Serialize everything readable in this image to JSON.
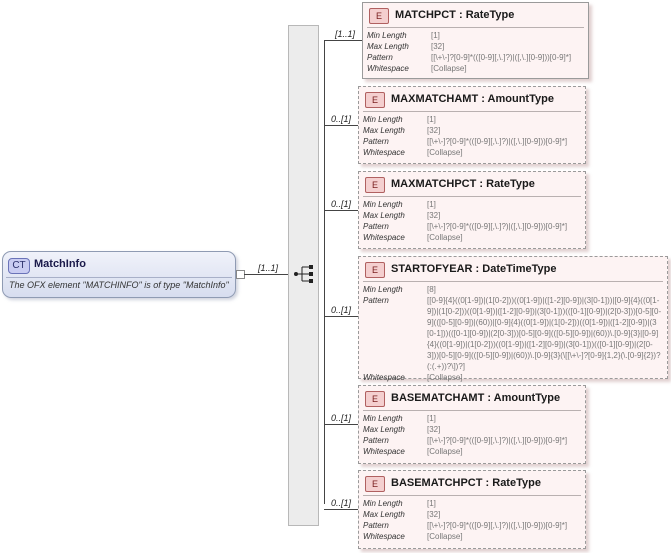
{
  "complex_type": {
    "badge": "CT",
    "name": "MatchInfo",
    "description": "The OFX element \"MATCHINFO\" is of type \"MatchInfo\"",
    "cardinality": "[1..1]"
  },
  "element_badge": "E",
  "elements": [
    {
      "name": "MATCHPCT",
      "type": "RateType",
      "cardinality": "[1..1]",
      "props": [
        {
          "key": "Min Length",
          "value": "[1]"
        },
        {
          "key": "Max Length",
          "value": "[32]"
        },
        {
          "key": "Pattern",
          "value": "[[\\+\\-]?[0-9]*(([0-9][,\\.]?)|([,\\.][0-9]))[0-9]*]"
        },
        {
          "key": "Whitespace",
          "value": "[Collapse]"
        }
      ]
    },
    {
      "name": "MAXMATCHAMT",
      "type": "AmountType",
      "cardinality": "0..[1]",
      "props": [
        {
          "key": "Min Length",
          "value": "[1]"
        },
        {
          "key": "Max Length",
          "value": "[32]"
        },
        {
          "key": "Pattern",
          "value": "[[\\+\\-]?[0-9]*(([0-9][,\\.]?)|([,\\.][0-9]))[0-9]*]"
        },
        {
          "key": "Whitespace",
          "value": "[Collapse]"
        }
      ]
    },
    {
      "name": "MAXMATCHPCT",
      "type": "RateType",
      "cardinality": "0..[1]",
      "props": [
        {
          "key": "Min Length",
          "value": "[1]"
        },
        {
          "key": "Max Length",
          "value": "[32]"
        },
        {
          "key": "Pattern",
          "value": "[[\\+\\-]?[0-9]*(([0-9][,\\.]?)|([,\\.][0-9]))[0-9]*]"
        },
        {
          "key": "Whitespace",
          "value": "[Collapse]"
        }
      ]
    },
    {
      "name": "STARTOFYEAR",
      "type": "DateTimeType",
      "cardinality": "0..[1]",
      "props": [
        {
          "key": "Min Length",
          "value": "[8]"
        },
        {
          "key": "Pattern",
          "value": "[[0-9]{4}((0[1-9])|(1[0-2]))((0[1-9])|([1-2][0-9])|(3[0-1]))|[0-9]{4}((0[1-9])|(1[0-2]))((0[1-9])|([1-2][0-9])|(3[0-1]))(([0-1][0-9])|(2[0-3]))[0-5][0-9](([0-5][0-9])|(60))|[0-9]{4}((0[1-9])|(1[0-2]))((0[1-9])|([1-2][0-9])|(3[0-1]))(([0-1][0-9])|(2[0-3]))[0-5][0-9](([0-5][0-9])|(60))\\.[0-9]{3}|[0-9]{4}((0[1-9])|(1[0-2]))((0[1-9])|([1-2][0-9])|(3[0-1]))(([0-1][0-9])|(2[0-3]))[0-5][0-9](([0-5][0-9])|(60))\\.[0-9]{3}(\\[[\\+\\-]?[0-9]{1,2}(\\.[0-9]{2})?(:(.+))?\\])?]"
        },
        {
          "key": "Whitespace",
          "value": "[Collapse]"
        }
      ]
    },
    {
      "name": "BASEMATCHAMT",
      "type": "AmountType",
      "cardinality": "0..[1]",
      "props": [
        {
          "key": "Min Length",
          "value": "[1]"
        },
        {
          "key": "Max Length",
          "value": "[32]"
        },
        {
          "key": "Pattern",
          "value": "[[\\+\\-]?[0-9]*(([0-9][,\\.]?)|([,\\.][0-9]))[0-9]*]"
        },
        {
          "key": "Whitespace",
          "value": "[Collapse]"
        }
      ]
    },
    {
      "name": "BASEMATCHPCT",
      "type": "RateType",
      "cardinality": "0..[1]",
      "props": [
        {
          "key": "Min Length",
          "value": "[1]"
        },
        {
          "key": "Max Length",
          "value": "[32]"
        },
        {
          "key": "Pattern",
          "value": "[[\\+\\-]?[0-9]*(([0-9][,\\.]?)|([,\\.][0-9]))[0-9]*]"
        },
        {
          "key": "Whitespace",
          "value": "[Collapse]"
        }
      ]
    }
  ]
}
